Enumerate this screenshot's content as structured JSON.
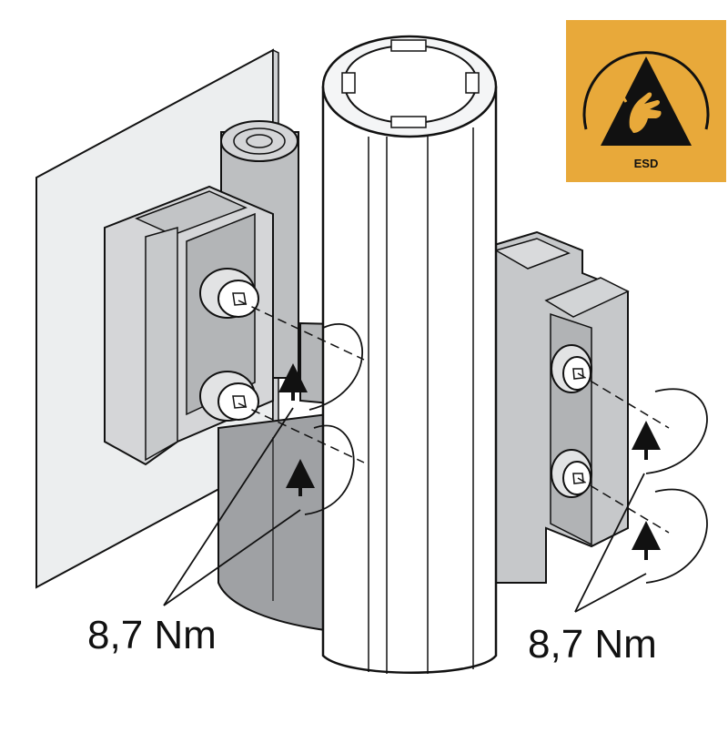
{
  "labels": {
    "torque_left": "8,7 Nm",
    "torque_right": "8,7 Nm"
  },
  "esd_badge": {
    "text": "ESD",
    "background_color": "#E8A93A",
    "symbol_color": "#111111"
  },
  "colors": {
    "line": "#111111",
    "panel_fill": "#e9eaeb",
    "tube_fill": "#ffffff",
    "part_gray": "#b9bbbd",
    "part_light": "#d4d5d7",
    "part_dark": "#8f9194"
  }
}
